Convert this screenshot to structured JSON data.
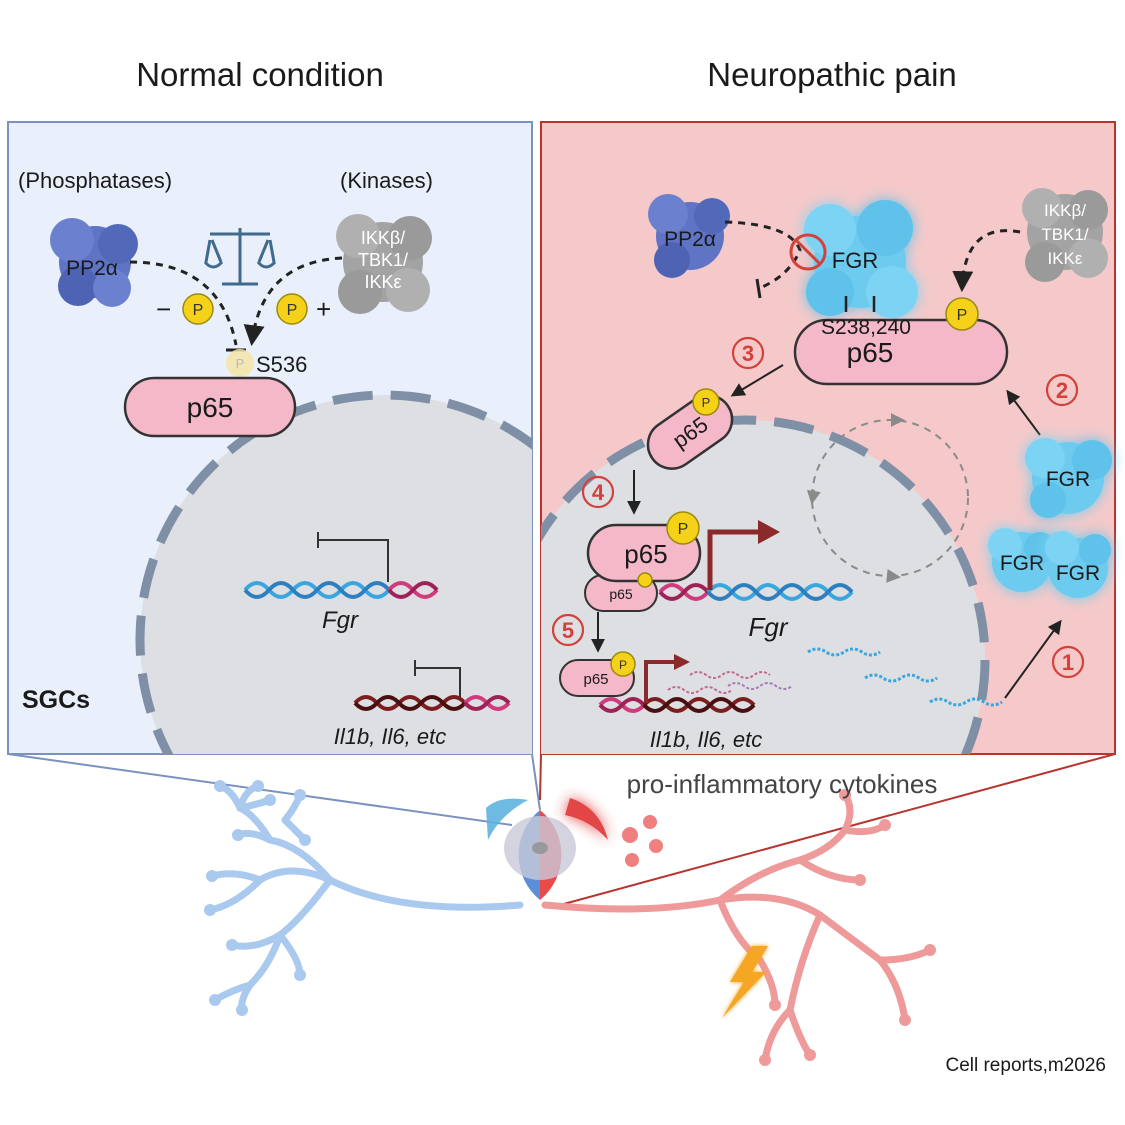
{
  "left_panel": {
    "heading": "Normal condition",
    "phosphatases_label": "(Phosphatases)",
    "kinases_label": "(Kinases)",
    "pp2a_label": "PP2α",
    "kinase_label_lines": [
      "IKKβ/",
      "TBK1/",
      "IKKε"
    ],
    "minus_sign": "−",
    "plus_sign": "+",
    "p_label": "P",
    "site_label": "S536",
    "p65_label": "p65",
    "gene_fgr": "Fgr",
    "gene_cytokines": "Il1b, Il6, etc",
    "cell_label": "SGCs"
  },
  "right_panel": {
    "heading": "Neuropathic pain",
    "pp2a_label": "PP2α",
    "kinase_label_lines": [
      "IKKβ/",
      "TBK1/",
      "IKKε"
    ],
    "fgr_label": "FGR",
    "site_label": "S238,240",
    "p65_label": "p65",
    "p_label": "P",
    "gene_fgr": "Fgr",
    "gene_cytokines": "Il1b, Il6, etc",
    "steps": [
      "3",
      "2",
      "4",
      "5",
      "1"
    ]
  },
  "cytokines_label": "pro-inflammatory cytokines",
  "citation": "Cell reports,m2026",
  "colors": {
    "left_bg": "#e9f0fb",
    "left_border": "#7b91c0",
    "right_bg": "#f5c9c9",
    "right_border": "#b8342f",
    "p65_fill": "#f4b8c8",
    "p_fill": "#f5d219",
    "step_red": "#d3413a",
    "neuron_blue": "#a9c9ef",
    "neuron_red": "#ef9a9a"
  }
}
